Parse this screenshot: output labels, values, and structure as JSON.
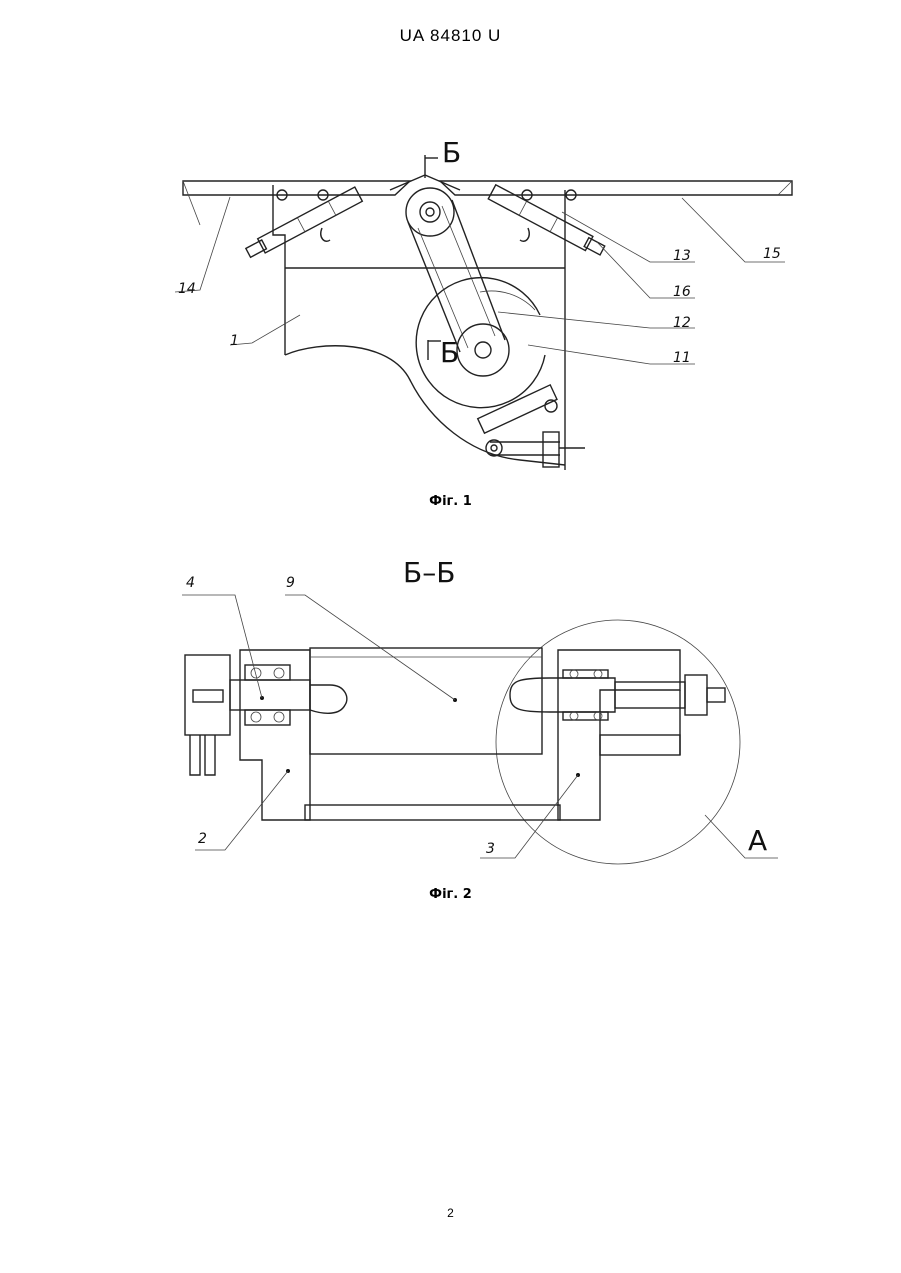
{
  "header": {
    "doc_code": "UA   84810   U"
  },
  "figure1": {
    "caption": "Фіг. 1",
    "section_mark": "Б",
    "labels": [
      "14",
      "1",
      "15",
      "13",
      "16",
      "12",
      "11"
    ]
  },
  "figure2": {
    "title": "Б–Б",
    "caption": "Фіг. 2",
    "labels": [
      "4",
      "9",
      "2",
      "3",
      "A"
    ]
  },
  "page_number": "2"
}
